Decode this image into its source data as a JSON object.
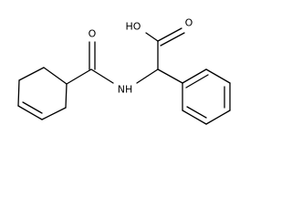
{
  "molecule": {
    "atoms": {
      "hydroxyl": "HO",
      "carbonyl_oxygen_acid": "O",
      "amine": "NH",
      "carbonyl_oxygen_amide": "O"
    }
  },
  "colors": {
    "bond": "#000000",
    "text": "#000000",
    "background": "#ffffff"
  }
}
